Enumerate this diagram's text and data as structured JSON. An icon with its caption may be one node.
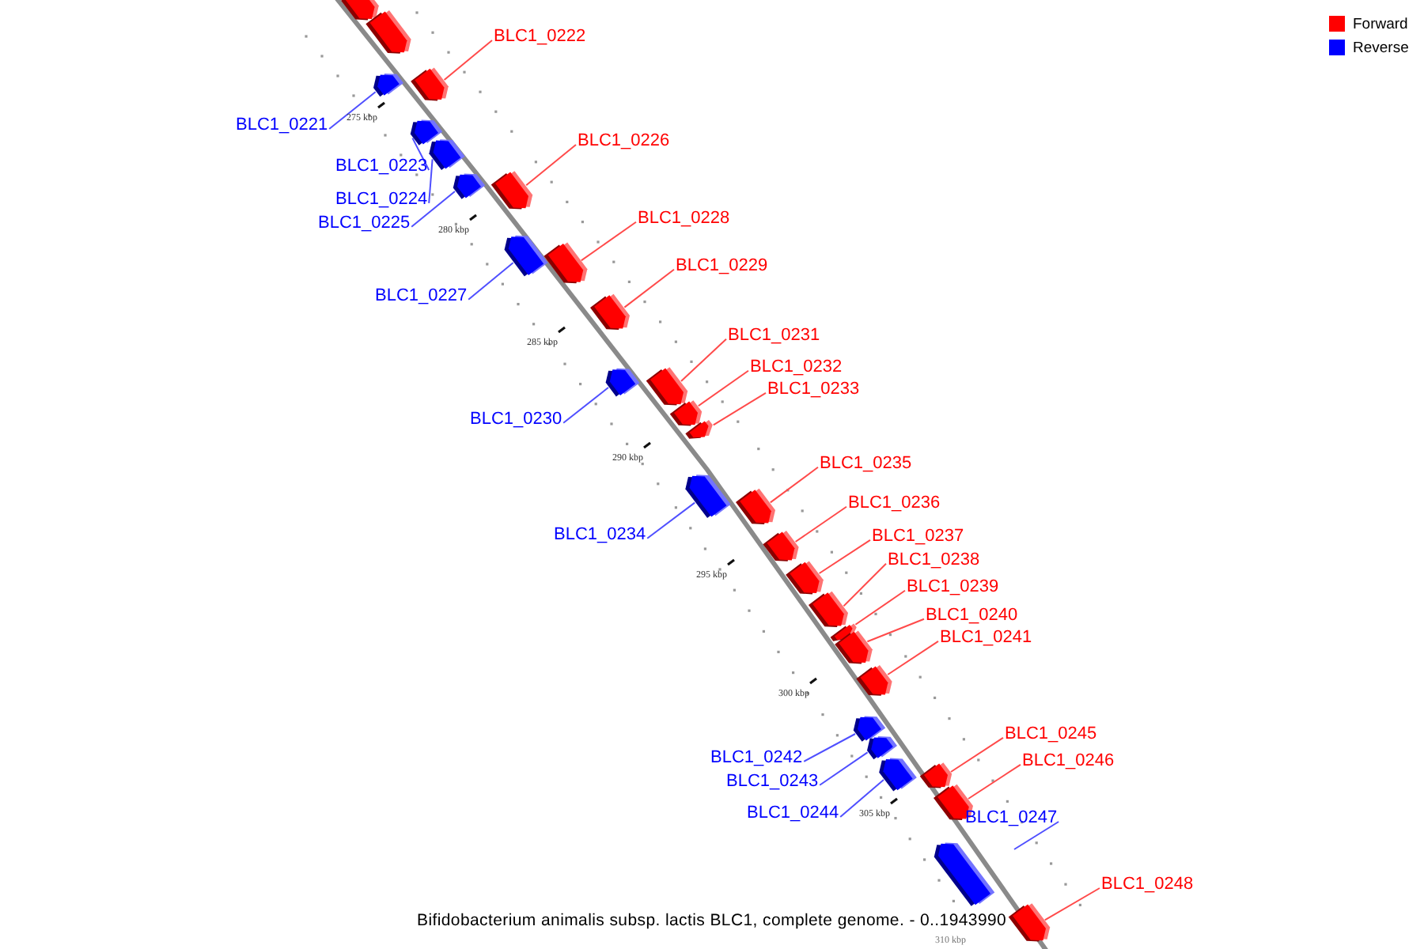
{
  "diagram": {
    "caption": "Bifidobacterium animalis subsp. lactis BLC1, complete genome. - 0..1943990",
    "nodes": [
      {
        "text": [],
        "shape": "bar"
      },
      {
        "text": [],
        "shape": "bar"
      },
      {
        "text": [
          "BLC1_0221"
        ]
      },
      {
        "text": [],
        "shape": "bar"
      },
      {
        "text": [
          "BLC1_0222"
        ]
      },
      {
        "text": [],
        "shape": "bar"
      },
      {
        "text": [
          "BLC1_0223"
        ]
      },
      {
        "text": [],
        "shape": "bar"
      },
      {
        "text": [
          "BLC1_0224"
        ]
      },
      {
        "text": [],
        "shape": "bar"
      },
      {
        "text": [
          "BLC1_0225"
        ]
      },
      {
        "text": [],
        "shape": "bar"
      },
      {
        "text": [
          "BLC1_0226"
        ]
      },
      {
        "text": [],
        "shape": "bar"
      },
      {
        "text": [
          "BLC1_0227"
        ]
      },
      {
        "text": [],
        "shape": "bar"
      },
      {
        "text": [
          "BLC1_0228"
        ]
      },
      {
        "text": [],
        "shape": "bar"
      },
      {
        "text": [
          "BLC1_0229"
        ]
      },
      {
        "text": [],
        "shape": "bar"
      },
      {
        "text": [
          "BLC1_0230"
        ]
      },
      {
        "text": [],
        "shape": "bar"
      },
      {
        "text": [
          "BLC1_0231"
        ]
      },
      {
        "text": [],
        "shape": "bar"
      },
      {
        "text": [
          "BLC1_0232"
        ]
      },
      {
        "text": [],
        "shape": "bar"
      },
      {
        "text": [
          "BLC1_0233"
        ]
      },
      {
        "text": [],
        "shape": "bar"
      },
      {
        "text": [
          "BLC1_0234"
        ]
      },
      {
        "text": [],
        "shape": "bar"
      },
      {
        "text": [
          "BLC1_0235"
        ]
      },
      {
        "text": [],
        "shape": "bar"
      },
      {
        "text": [
          "BLC1_0236"
        ]
      },
      {
        "text": [],
        "shape": "bar"
      },
      {
        "text": [
          "BLC1_0237"
        ]
      },
      {
        "text": [],
        "shape": "bar"
      },
      {
        "text": [
          "BLC1_0238"
        ]
      },
      {
        "text": [],
        "shape": "bar"
      },
      {
        "text": [
          "BLC1_0239"
        ]
      },
      {
        "text": [],
        "shape": "bar"
      },
      {
        "text": [
          "BLC1_0240"
        ]
      },
      {
        "text": [],
        "shape": "bar"
      },
      {
        "text": [
          "BLC1_0241"
        ]
      },
      {
        "text": [],
        "shape": "bar"
      },
      {
        "text": [
          "BLC1_0242"
        ]
      },
      {
        "text": [],
        "shape": "bar"
      },
      {
        "text": [
          "BLC1_0243"
        ]
      },
      {
        "text": [],
        "shape": "bar"
      },
      {
        "text": [
          "BLC1_0244"
        ]
      },
      {
        "text": [],
        "shape": "bar"
      },
      {
        "text": [
          "BLC1_0245"
        ]
      },
      {
        "text": [],
        "shape": "bar"
      },
      {
        "text": [
          "BLC1_0246"
        ]
      },
      {
        "text": [],
        "shape": "bar"
      },
      {
        "text": [
          "BLC1_0247"
        ]
      },
      {
        "text": [],
        "shape": "bar"
      },
      {
        "text": [
          "BLC1_0248"
        ]
      },
      {
        "text": [],
        "shape": "bar"
      }
    ],
    "edges": [
      {
        "from": 2,
        "to": 3,
        "arrow": "none",
        "color": "#4f4fff"
      },
      {
        "from": 4,
        "to": 5,
        "arrow": "none"
      },
      {
        "from": 6,
        "to": 7,
        "arrow": "none",
        "color": "#4f4fff"
      },
      {
        "from": 8,
        "to": 9,
        "arrow": "none",
        "color": "#4f4fff"
      },
      {
        "from": 10,
        "to": 11,
        "arrow": "none",
        "color": "#4f4fff"
      },
      {
        "from": 12,
        "to": 13,
        "arrow": "none"
      },
      {
        "from": 14,
        "to": 15,
        "arrow": "none",
        "color": "#4f4fff"
      },
      {
        "from": 16,
        "to": 17,
        "arrow": "none"
      },
      {
        "from": 18,
        "to": 19,
        "arrow": "none"
      },
      {
        "from": 20,
        "to": 21,
        "arrow": "none",
        "color": "#4f4fff"
      },
      {
        "from": 22,
        "to": 23,
        "arrow": "none"
      },
      {
        "from": 24,
        "to": 25,
        "arrow": "none"
      },
      {
        "from": 26,
        "to": 27,
        "arrow": "none"
      },
      {
        "from": 28,
        "to": 29,
        "arrow": "none",
        "color": "#4f4fff"
      },
      {
        "from": 30,
        "to": 31,
        "arrow": "none"
      },
      {
        "from": 32,
        "to": 33,
        "arrow": "none"
      },
      {
        "from": 34,
        "to": 35,
        "arrow": "none"
      },
      {
        "from": 36,
        "to": 37,
        "arrow": "none"
      },
      {
        "from": 38,
        "to": 39,
        "arrow": "none"
      },
      {
        "from": 40,
        "to": 41,
        "arrow": "none"
      },
      {
        "from": 42,
        "to": 43,
        "arrow": "none"
      },
      {
        "from": 44,
        "to": 45,
        "arrow": "none",
        "color": "#4f4fff"
      },
      {
        "from": 46,
        "to": 47,
        "arrow": "none",
        "color": "#4f4fff"
      },
      {
        "from": 48,
        "to": 49,
        "arrow": "none",
        "color": "#4f4fff"
      },
      {
        "from": 50,
        "to": 51,
        "arrow": "none"
      },
      {
        "from": 52,
        "to": 53,
        "arrow": "none"
      },
      {
        "from": 54,
        "to": null,
        "arrow": "none",
        "color": "#4f4fff"
      },
      {
        "from": 56,
        "to": 57,
        "arrow": "none"
      }
    ],
    "labels": [
      "275 kbp",
      "280 kbp",
      "285 kbp",
      "290 kbp",
      "295 kbp",
      "300 kbp",
      "305 kbp",
      "310 kbp"
    ],
    "legend": [
      {
        "text": "Forward",
        "color": "#ff0000"
      },
      {
        "text": "Reverse",
        "color": "#0000ff"
      }
    ]
  }
}
